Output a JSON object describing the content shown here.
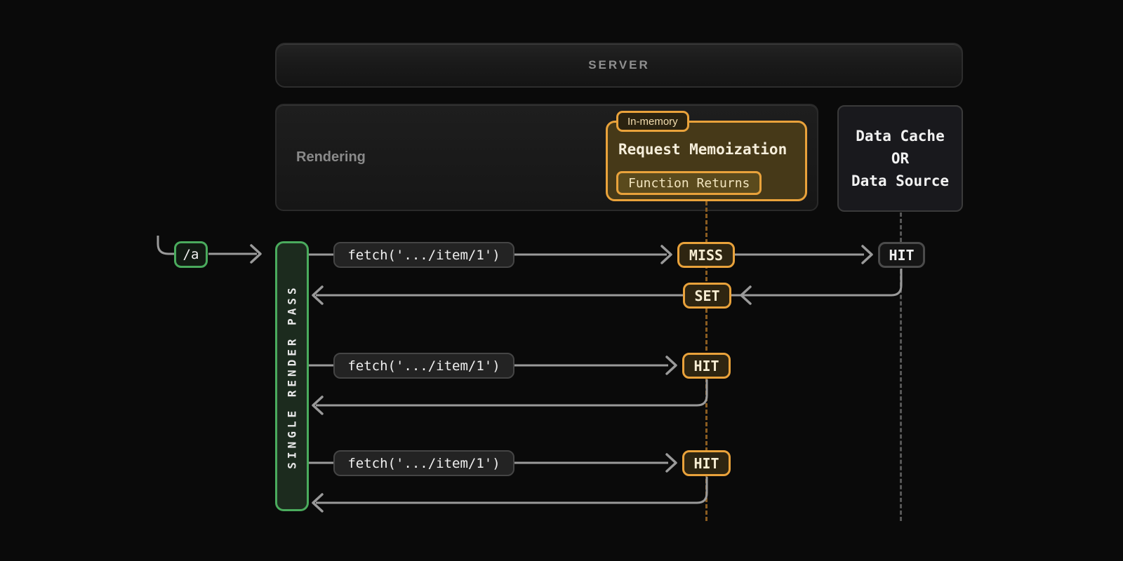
{
  "diagram": {
    "server_label": "SERVER",
    "rendering_label": "Rendering",
    "memoization": {
      "badge": "In-memory",
      "title": "Request Memoization",
      "inner_label": "Function Returns"
    },
    "data_cache": {
      "line1": "Data Cache",
      "line2": "OR",
      "line3": "Data Source"
    },
    "route_label": "/a",
    "render_pass_label": "SINGLE RENDER PASS",
    "rows": [
      {
        "fetch_label": "fetch('.../item/1')",
        "memo_badge": "MISS",
        "return_badge": "SET",
        "cache_badge": "HIT"
      },
      {
        "fetch_label": "fetch('.../item/1')",
        "memo_badge": "HIT"
      },
      {
        "fetch_label": "fetch('.../item/1')",
        "memo_badge": "HIT"
      }
    ],
    "colors": {
      "background": "#0a0a0a",
      "accent_orange": "#e9a23b",
      "memo_fill": "#463918",
      "accent_green": "#4aab5d",
      "line_gray": "#9a9a9a",
      "dashed_orange": "#8a5c20",
      "dashed_gray": "#565656"
    }
  }
}
